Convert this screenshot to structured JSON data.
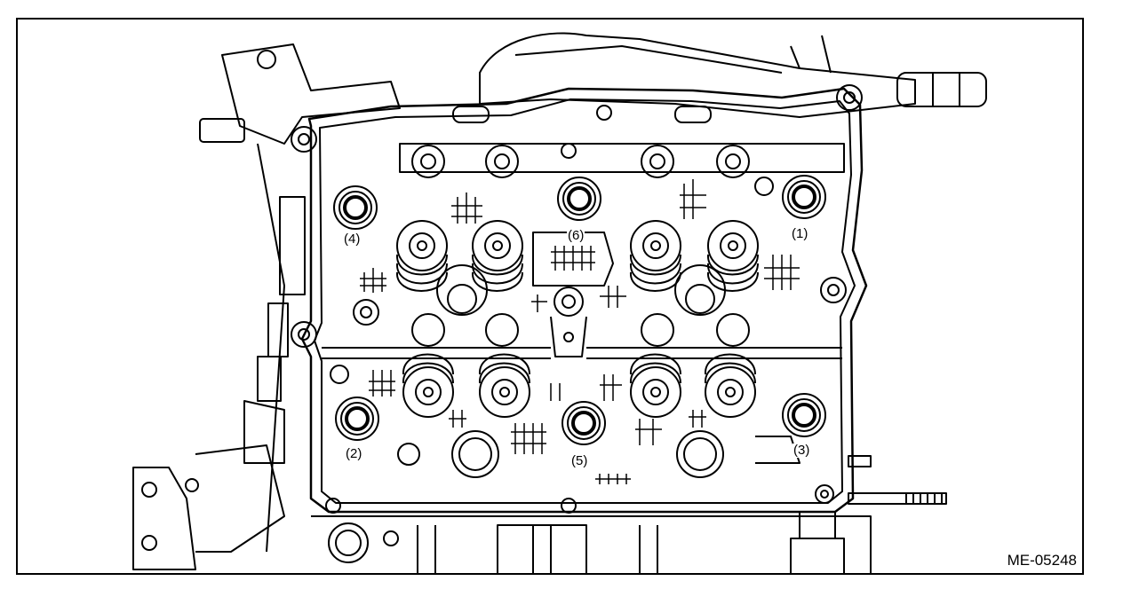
{
  "figure_id": "ME-05248",
  "bolt_labels": [
    "(1)",
    "(2)",
    "(3)",
    "(4)",
    "(5)",
    "(6)"
  ]
}
